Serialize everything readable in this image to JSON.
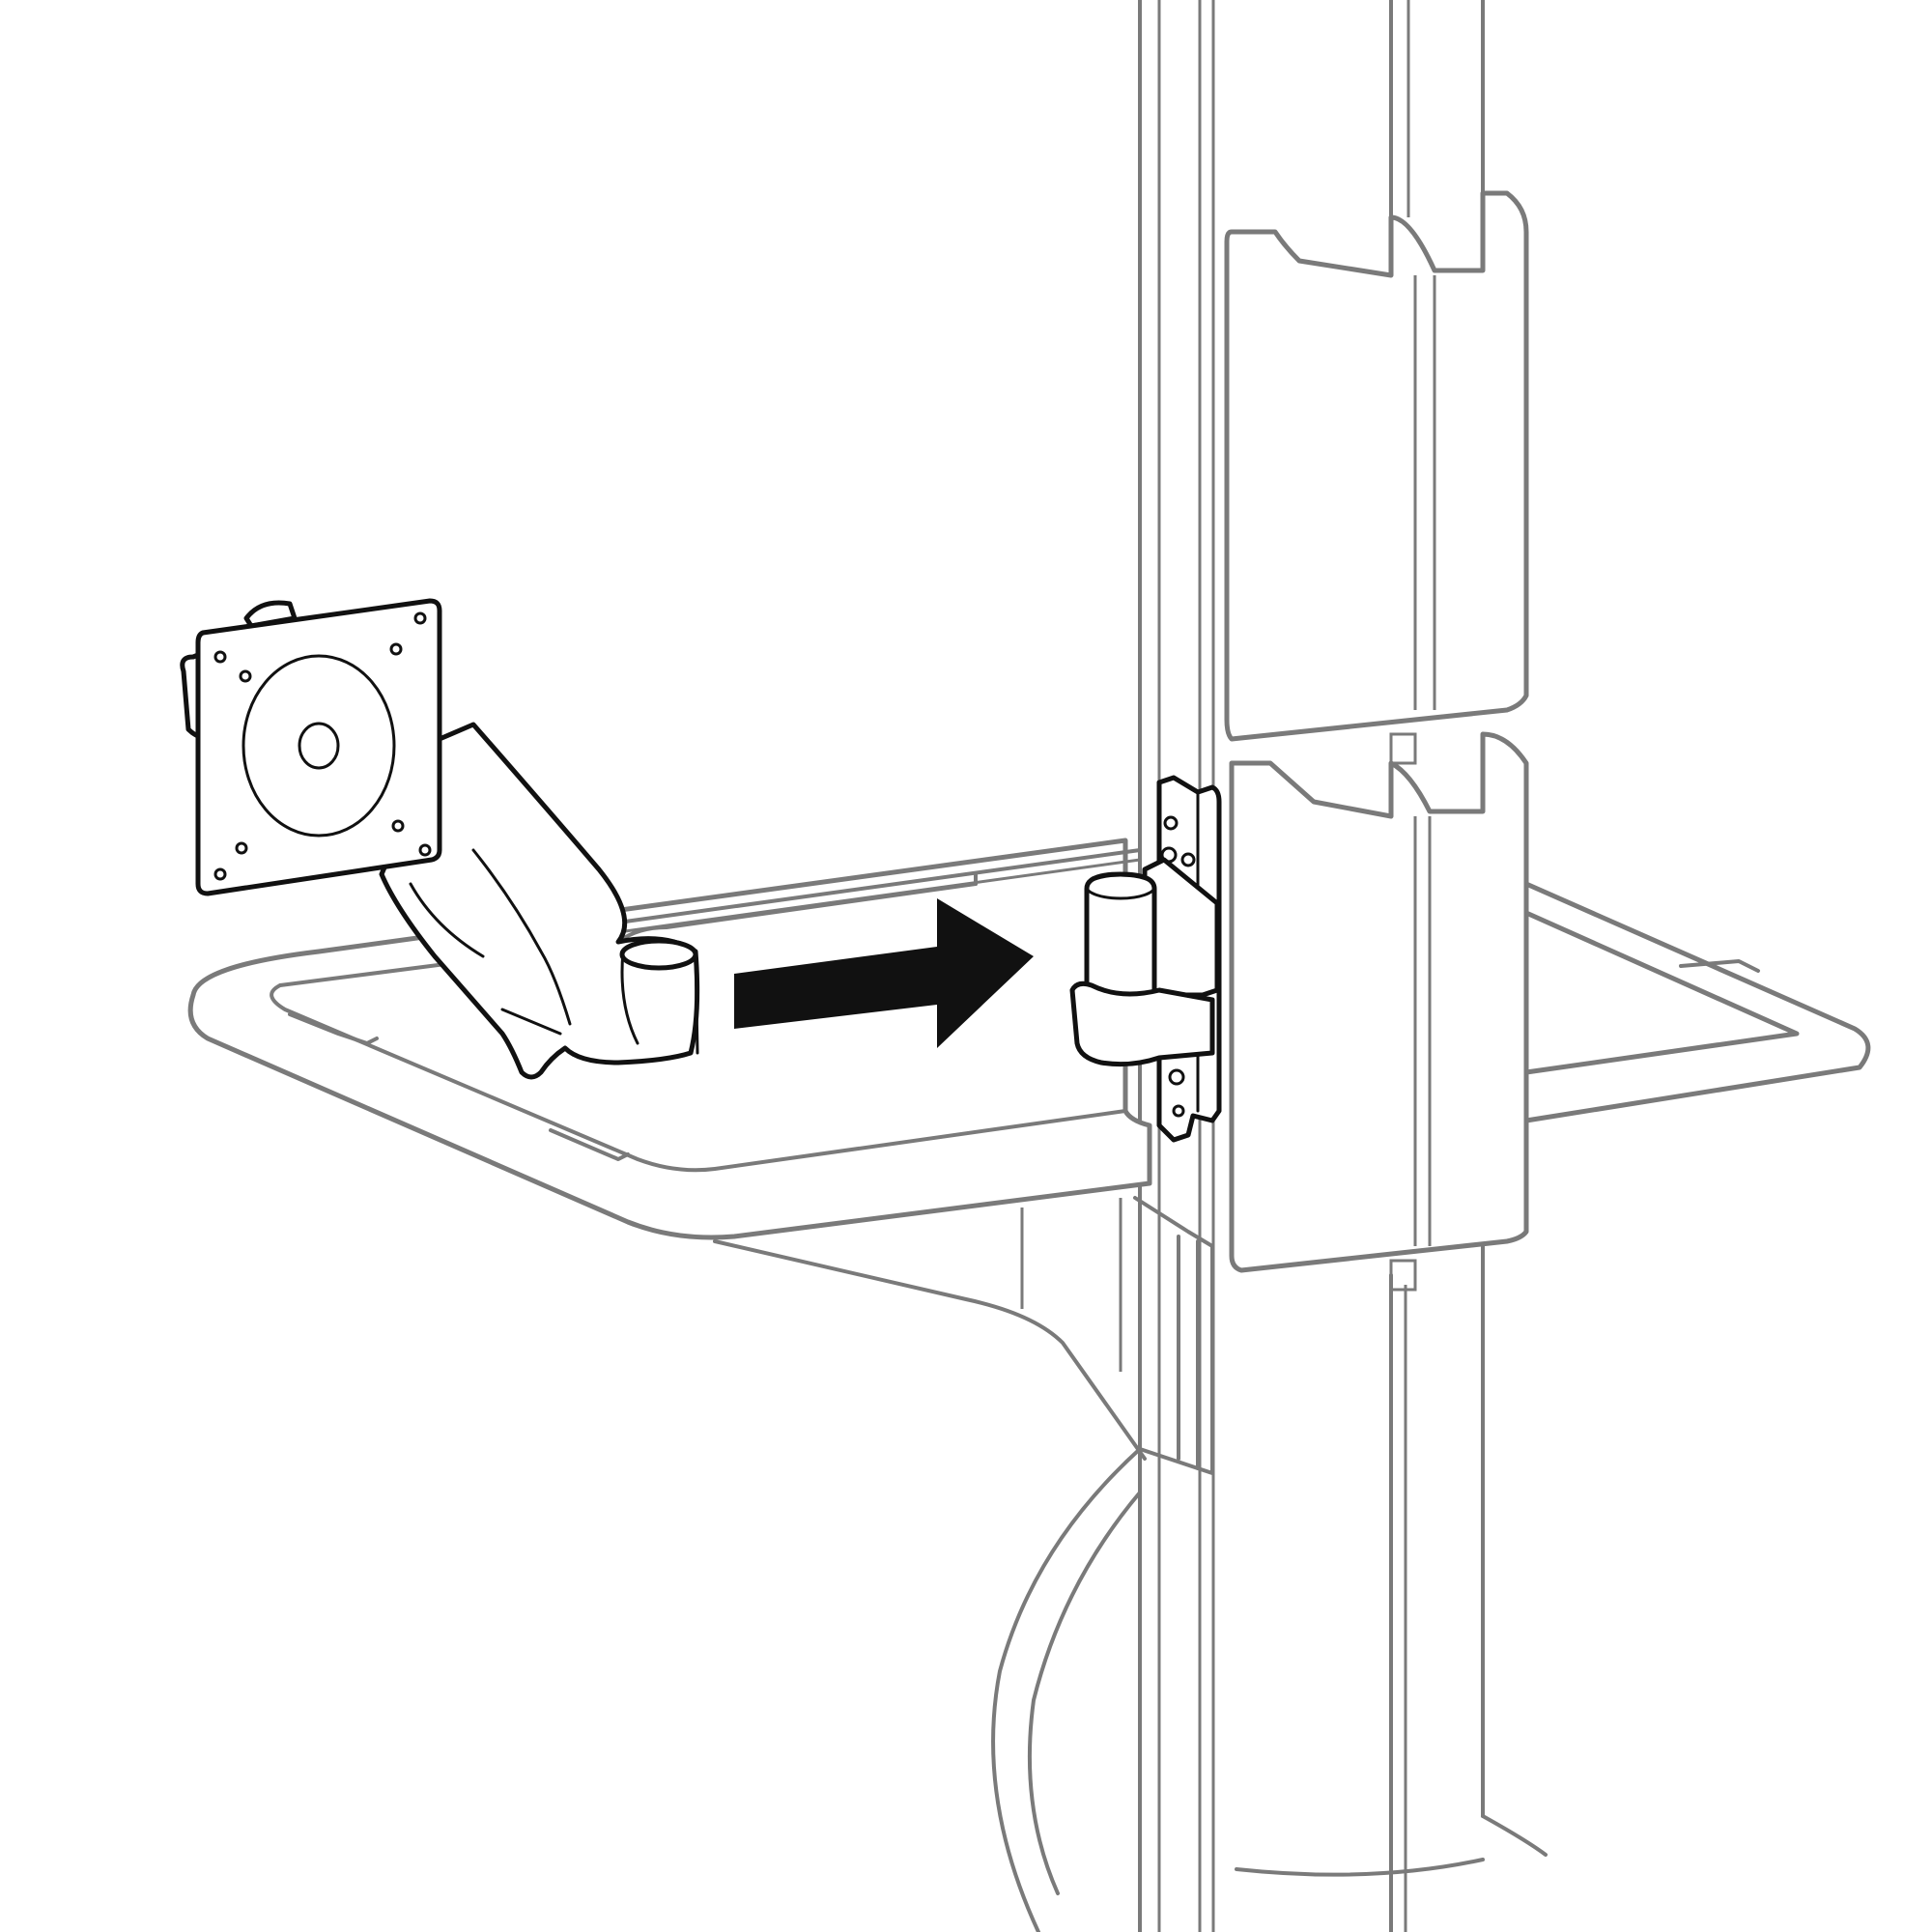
{
  "figure": {
    "kind": "assembly-instruction",
    "colors": {
      "background": "#ffffff",
      "cart_outline": "#7a7a7a",
      "part_outline": "#111111",
      "arrow": "#111111"
    },
    "arrow": {
      "direction": "right"
    },
    "icons": [
      "monitor-arm",
      "vesa-mount-plate",
      "post-mount-bracket",
      "cart-post",
      "work-surface",
      "insert-arrow"
    ]
  }
}
